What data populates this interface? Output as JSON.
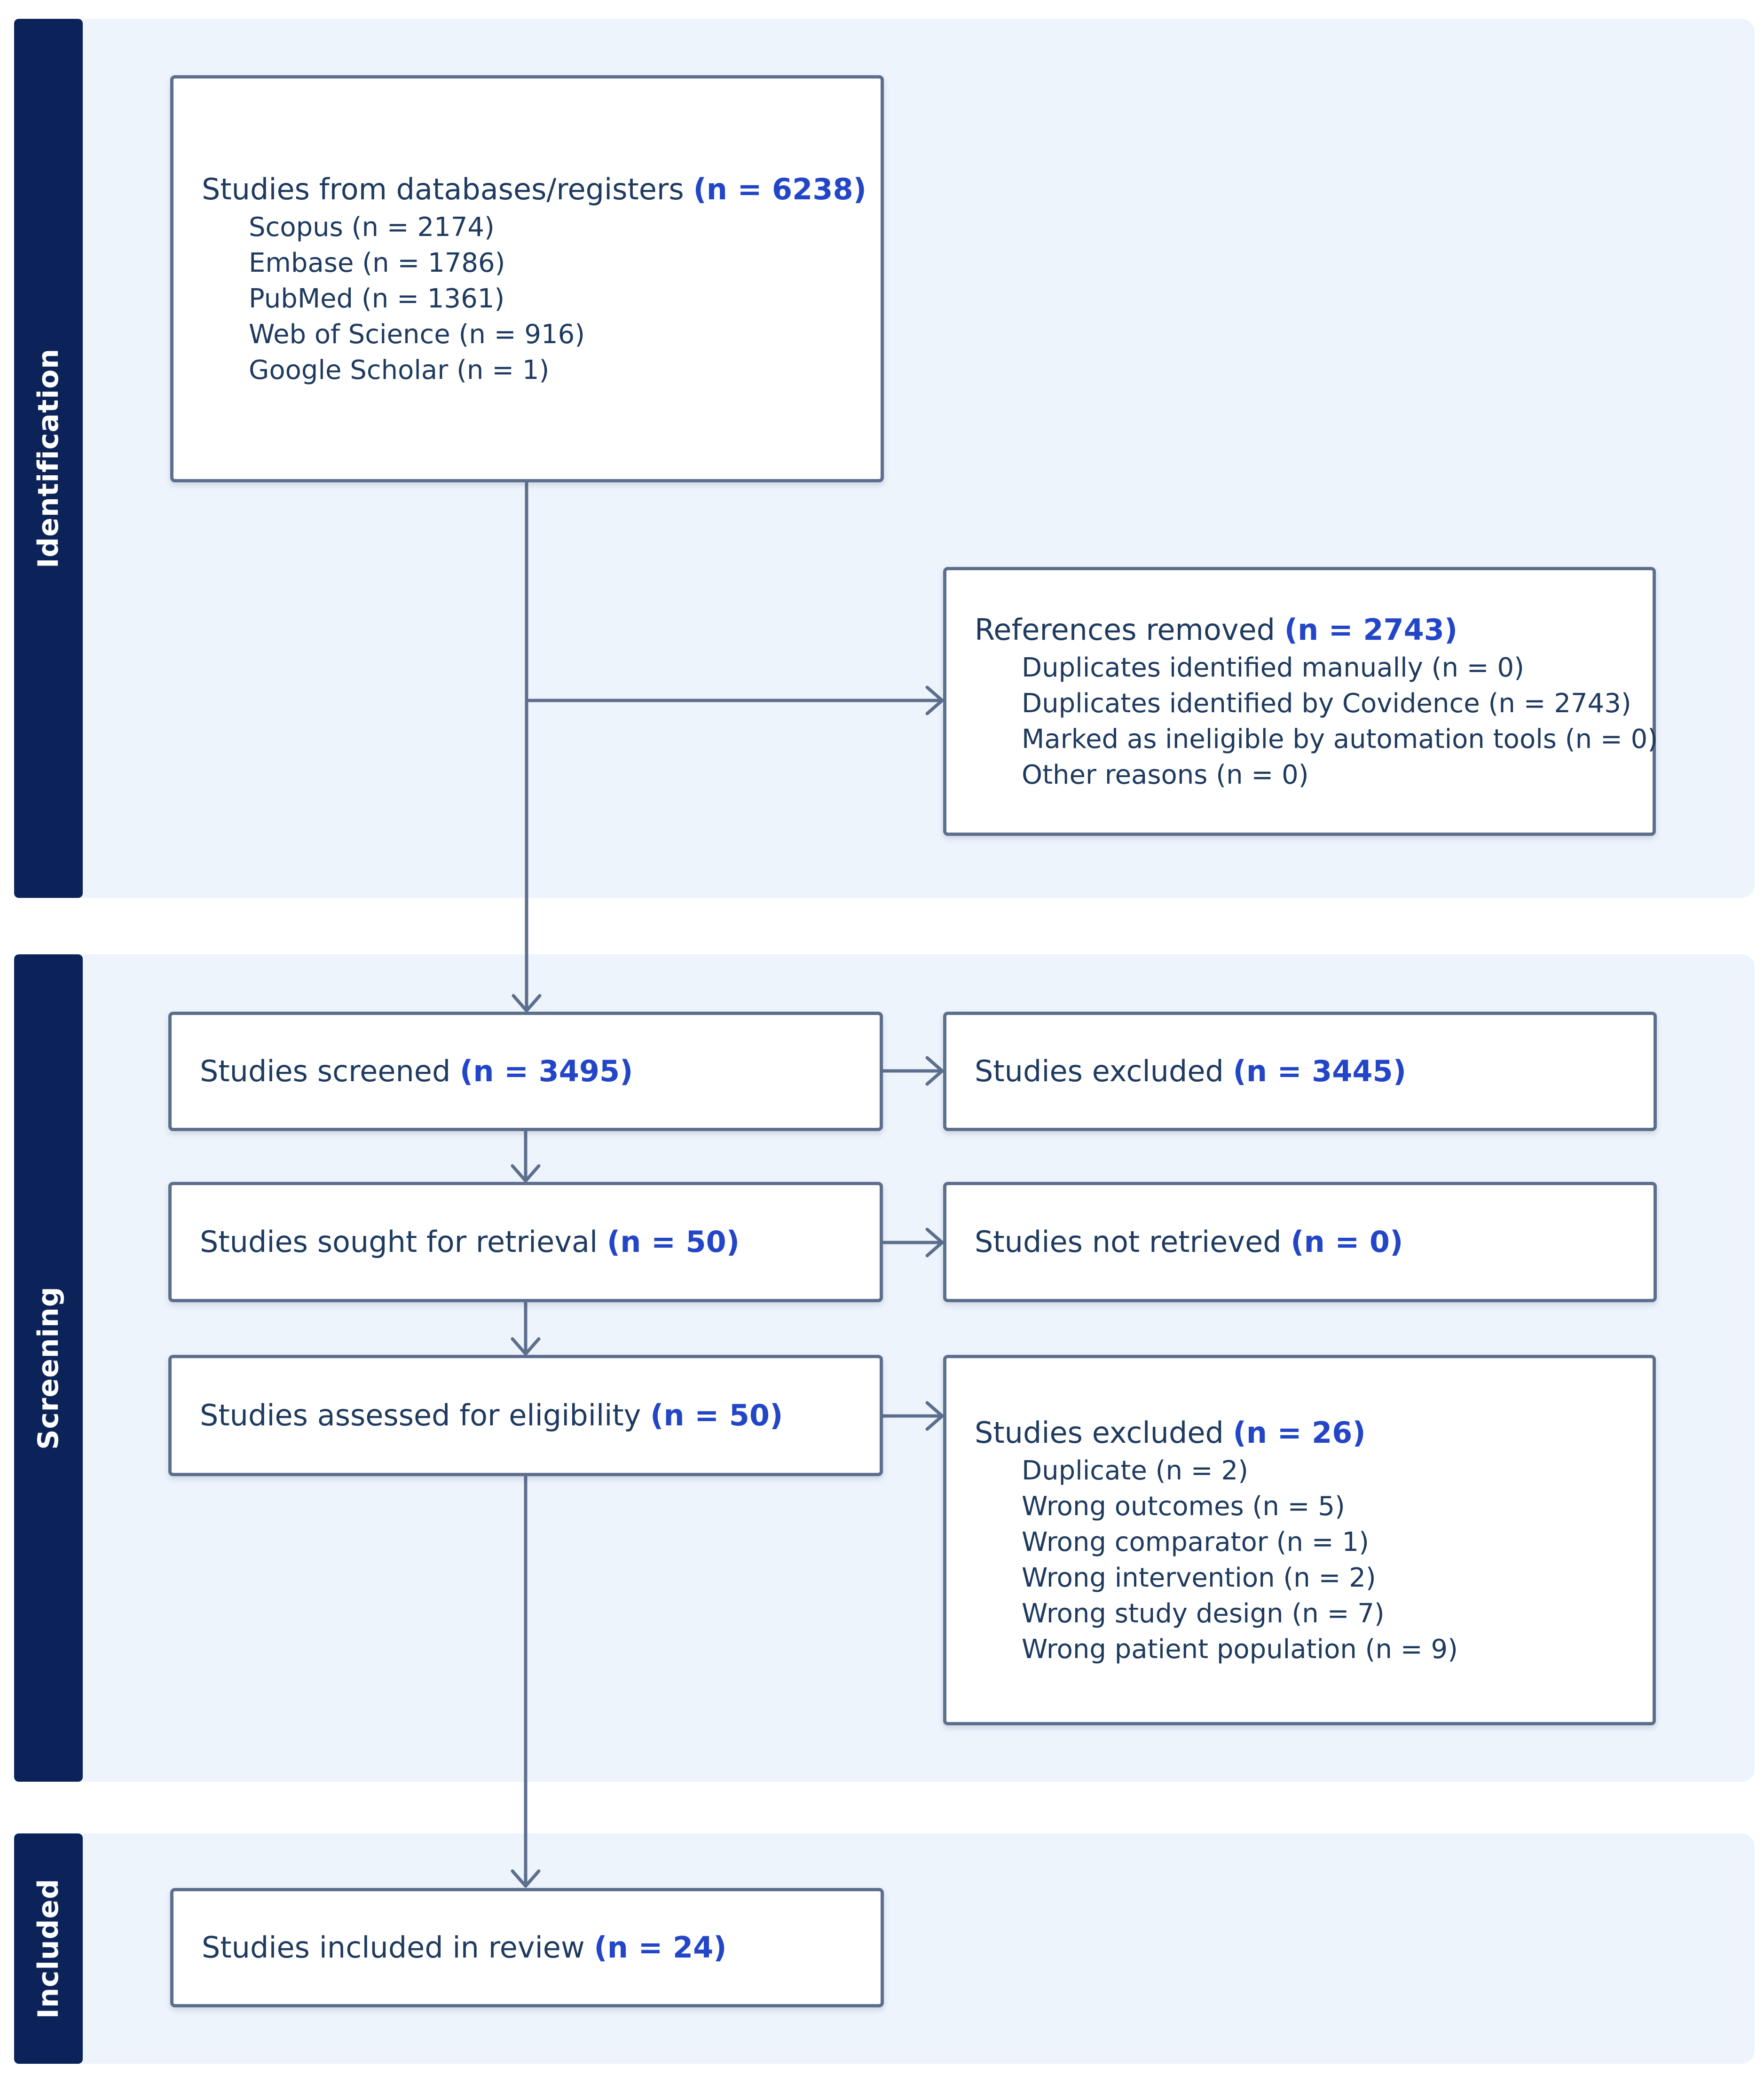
{
  "phases": {
    "identification": "Identification",
    "screening": "Screening",
    "included": "Included"
  },
  "boxes": {
    "databases": {
      "label": "Studies from databases/registers",
      "count": "(n = 6238)",
      "items": [
        "Scopus (n = 2174)",
        "Embase (n = 1786)",
        "PubMed (n = 1361)",
        "Web of Science (n = 916)",
        "Google Scholar (n = 1)"
      ]
    },
    "removed": {
      "label": "References removed",
      "count": "(n = 2743)",
      "items": [
        "Duplicates identified manually (n = 0)",
        "Duplicates identified by Covidence (n = 2743)",
        "Marked as ineligible by automation tools (n = 0)",
        "Other reasons (n = 0)"
      ]
    },
    "screened": {
      "label": "Studies screened",
      "count": "(n = 3495)"
    },
    "excluded_screen": {
      "label": "Studies excluded",
      "count": "(n = 3445)"
    },
    "sought": {
      "label": "Studies sought for retrieval",
      "count": "(n = 50)"
    },
    "not_retrieved": {
      "label": "Studies not retrieved",
      "count": "(n = 0)"
    },
    "assessed": {
      "label": "Studies assessed for eligibility",
      "count": "(n = 50)"
    },
    "excluded_full": {
      "label": "Studies excluded",
      "count": "(n = 26)",
      "items": [
        "Duplicate (n = 2)",
        "Wrong outcomes (n = 5)",
        "Wrong comparator (n = 1)",
        "Wrong intervention (n = 2)",
        "Wrong study design (n = 7)",
        "Wrong patient population (n = 9)"
      ]
    },
    "included_review": {
      "label": "Studies included in review",
      "count": "(n = 24)"
    }
  },
  "colors": {
    "band_background": "#eef4fc",
    "phase_label_background": "#0c2359",
    "box_border": "#5c6f8d",
    "count_text": "#2346c8",
    "arrow": "#5c6f8d"
  }
}
